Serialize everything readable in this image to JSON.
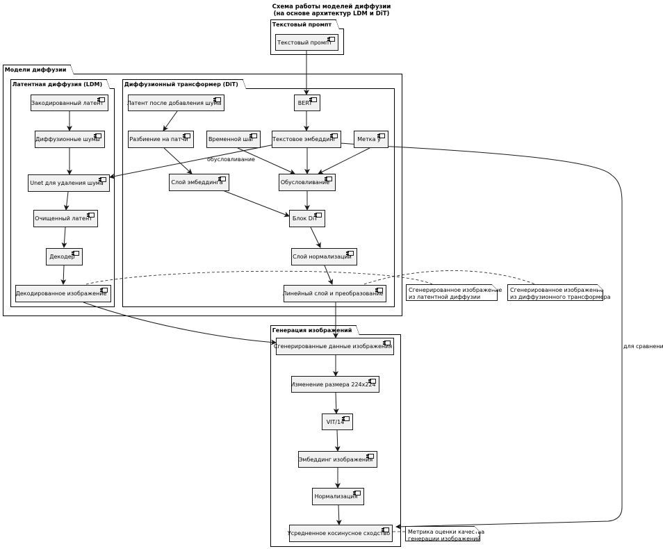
{
  "diagram": {
    "title_line1": "Схема работы моделей диффузии",
    "title_line2": "(на основе архитектур LDM и DiT)"
  },
  "packages": {
    "prompt": "Текстовый промпт",
    "models": "Модели диффузии",
    "ldm": "Латентная диффузия (LDM)",
    "dit": "Диффузионный трансформер (DiT)",
    "gen": "Генерация изображений"
  },
  "nodes": {
    "prompt": "Текстовый промпт",
    "ldm_latent": "Закодированный латент",
    "ldm_noise": "Диффузионные шумы",
    "ldm_unet": "Unet для удаления шума",
    "ldm_clean": "Очищенный латент",
    "ldm_decoder": "Декодер",
    "ldm_decoded": "Декодированное изображение",
    "dit_noisy": "Латент после добавления шума",
    "dit_patch": "Разбиение на патчи",
    "dit_embed": "Слой эмбеддинга",
    "dit_time": "Временной шаг",
    "dit_bert": "BERT",
    "dit_textemb": "Текстовое эмбеддинг",
    "dit_label": "Метка y",
    "dit_cond": "Обусловливание",
    "dit_block": "Блок DiT",
    "dit_norm": "Слой нормализации",
    "dit_linear": "Линейный слой и преобразование",
    "gen_data": "Сгенерированные данные изображения",
    "gen_resize": "Изменение размера 224x224",
    "gen_vit": "VIT/14",
    "gen_embed": "Эмбеддинг изображения",
    "gen_norm": "Нормализация",
    "gen_cos": "Усредненное косинусное сходство"
  },
  "notes": {
    "ldm_note": "Сгенерированное изображение\nиз латентной диффузии",
    "dit_note": "Сгенерированное изображение\nиз диффузионного трансформера",
    "metric_note": "Метрика оценки качества\nгенерации изображений"
  },
  "edge_labels": {
    "conditioning": "обусловливание",
    "comparison": "для сравнения"
  }
}
